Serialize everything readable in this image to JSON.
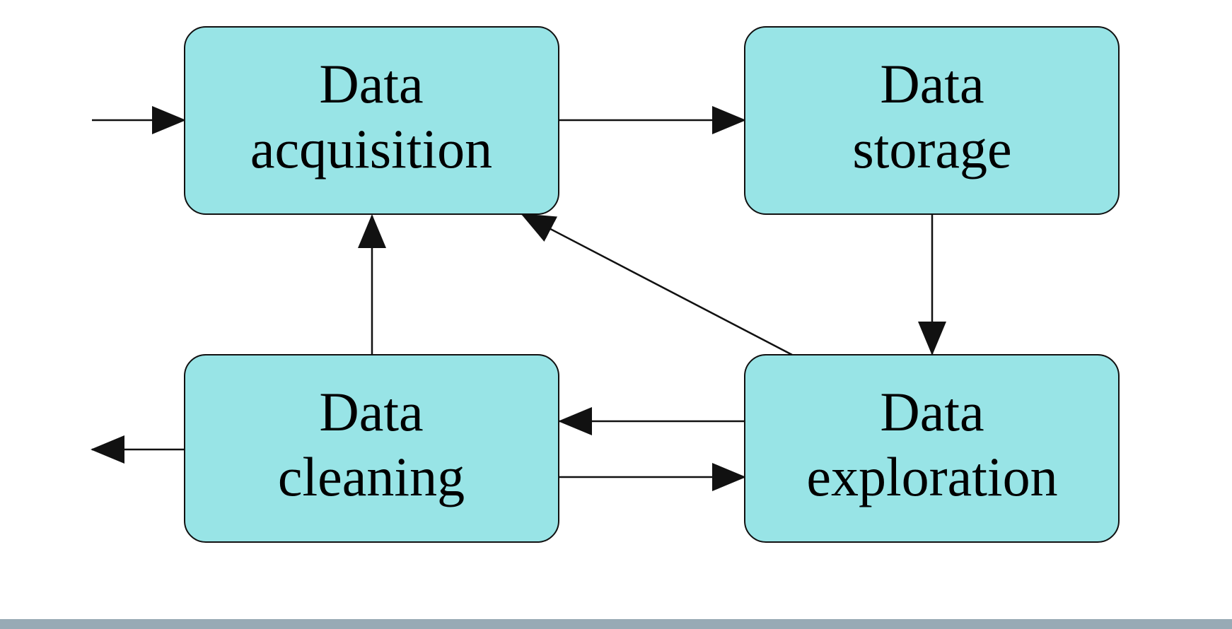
{
  "colors": {
    "node_fill": "#98e4e6",
    "node_stroke": "#111111",
    "edge": "#111111",
    "footer_bar": "#98aab5"
  },
  "nodes": {
    "acquisition": {
      "line1": "Data",
      "line2": "acquisition"
    },
    "storage": {
      "line1": "Data",
      "line2": "storage"
    },
    "cleaning": {
      "line1": "Data",
      "line2": "cleaning"
    },
    "exploration": {
      "line1": "Data",
      "line2": "exploration"
    }
  },
  "edges": [
    {
      "from": "input",
      "to": "acquisition"
    },
    {
      "from": "acquisition",
      "to": "storage"
    },
    {
      "from": "storage",
      "to": "exploration"
    },
    {
      "from": "exploration",
      "to": "acquisition"
    },
    {
      "from": "cleaning",
      "to": "acquisition"
    },
    {
      "from": "exploration",
      "to": "cleaning"
    },
    {
      "from": "cleaning",
      "to": "exploration"
    },
    {
      "from": "cleaning",
      "to": "output"
    }
  ]
}
